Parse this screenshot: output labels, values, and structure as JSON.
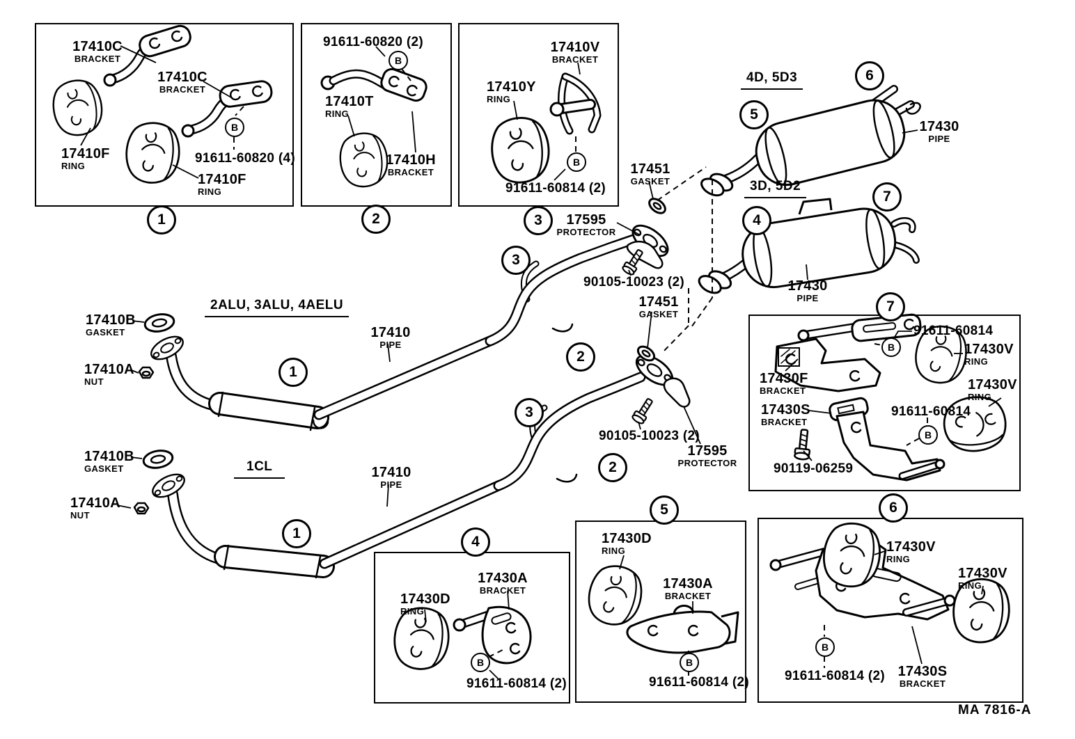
{
  "doc": {
    "code": "MA 7816-A"
  },
  "symbols": {
    "b": "B"
  },
  "circles": {
    "n1": "1",
    "n2": "2",
    "n3": "3",
    "n4": "4",
    "n5": "5",
    "n6": "6",
    "n7": "7"
  },
  "headings": {
    "variant_a": "2ALU, 3ALU, 4AELU",
    "variant_b": "1CL",
    "variant_c": "4D, 5D3",
    "variant_d": "3D, 5D2"
  },
  "labels": [
    {
      "num": "17410C",
      "desc": "BRACKET"
    },
    {
      "num": "17410C",
      "desc": "BRACKET"
    },
    {
      "num": "17410F",
      "desc": "RING"
    },
    {
      "num": "17410F",
      "desc": "RING"
    },
    {
      "num": "91611-60820 (4)",
      "desc": ""
    },
    {
      "num": "91611-60820 (2)",
      "desc": ""
    },
    {
      "num": "17410T",
      "desc": "RING"
    },
    {
      "num": "17410H",
      "desc": "BRACKET"
    },
    {
      "num": "17410V",
      "desc": "BRACKET"
    },
    {
      "num": "17410Y",
      "desc": "RING"
    },
    {
      "num": "91611-60814 (2)",
      "desc": ""
    },
    {
      "num": "17595",
      "desc": "PROTECTOR"
    },
    {
      "num": "17451",
      "desc": "GASKET"
    },
    {
      "num": "90105-10023 (2)",
      "desc": ""
    },
    {
      "num": "17451",
      "desc": "GASKET"
    },
    {
      "num": "90105-10023 (2)",
      "desc": ""
    },
    {
      "num": "17595",
      "desc": "PROTECTOR"
    },
    {
      "num": "17410B",
      "desc": "GASKET"
    },
    {
      "num": "17410A",
      "desc": "NUT"
    },
    {
      "num": "17410",
      "desc": "PIPE"
    },
    {
      "num": "17410B",
      "desc": "GASKET"
    },
    {
      "num": "17410A",
      "desc": "NUT"
    },
    {
      "num": "17410",
      "desc": "PIPE"
    },
    {
      "num": "17430",
      "desc": "PIPE"
    },
    {
      "num": "17430",
      "desc": "PIPE"
    },
    {
      "num": "91611-60814",
      "desc": ""
    },
    {
      "num": "17430V",
      "desc": "RING"
    },
    {
      "num": "17430V",
      "desc": "RING"
    },
    {
      "num": "17430F",
      "desc": "BRACKET"
    },
    {
      "num": "17430S",
      "desc": "BRACKET"
    },
    {
      "num": "91611-60814",
      "desc": ""
    },
    {
      "num": "90119-06259",
      "desc": ""
    },
    {
      "num": "17430D",
      "desc": "RING"
    },
    {
      "num": "17430A",
      "desc": "BRACKET"
    },
    {
      "num": "91611-60814 (2)",
      "desc": ""
    },
    {
      "num": "17430D",
      "desc": "RING"
    },
    {
      "num": "17430A",
      "desc": "BRACKET"
    },
    {
      "num": "91611-60814 (2)",
      "desc": ""
    },
    {
      "num": "17430V",
      "desc": "RING"
    },
    {
      "num": "17430V",
      "desc": "RING"
    },
    {
      "num": "91611-60814 (2)",
      "desc": ""
    },
    {
      "num": "17430S",
      "desc": "BRACKET"
    }
  ]
}
